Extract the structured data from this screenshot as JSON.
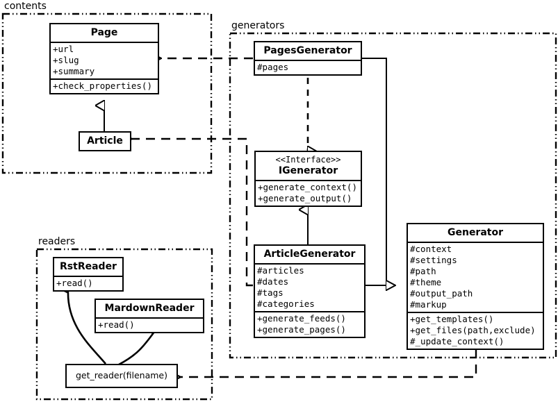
{
  "diagram": {
    "title": "UML class diagram",
    "ink_color": "#000000",
    "background_color": "#ffffff"
  },
  "packages": [
    {
      "id": "contents",
      "label": "contents"
    },
    {
      "id": "generators",
      "label": "generators"
    },
    {
      "id": "readers",
      "label": "readers"
    }
  ],
  "classes": {
    "page": {
      "name": "Page",
      "attributes": [
        "+url",
        "+slug",
        "+summary"
      ],
      "methods": [
        "+check_properties()"
      ]
    },
    "article": {
      "name": "Article",
      "attributes": [],
      "methods": []
    },
    "pages_generator": {
      "name": "PagesGenerator",
      "attributes": [
        "#pages"
      ],
      "methods": []
    },
    "igenerator": {
      "stereotype": "<<Interface>>",
      "name": "IGenerator",
      "attributes": [],
      "methods": [
        "+generate_context()",
        "+generate_output()"
      ]
    },
    "article_generator": {
      "name": "ArticleGenerator",
      "attributes": [
        "#articles",
        "#dates",
        "#tags",
        "#categories"
      ],
      "methods": [
        "+generate_feeds()",
        "+generate_pages()"
      ]
    },
    "generator": {
      "name": "Generator",
      "attributes": [
        "#context",
        "#settings",
        "#path",
        "#theme",
        "#output_path",
        "#markup"
      ],
      "methods": [
        "+get_templates()",
        "+get_files(path,exclude)",
        "#_update_context()"
      ]
    },
    "rst_reader": {
      "name": "RstReader",
      "attributes": [],
      "methods": [
        "+read()"
      ]
    },
    "mardown_reader": {
      "name": "MardownReader",
      "attributes": [],
      "methods": [
        "+read()"
      ]
    },
    "get_reader": {
      "name": "get_reader(filename)",
      "attributes": [],
      "methods": []
    }
  },
  "relationships": [
    {
      "id": "article-inherits-page",
      "type": "generalization",
      "from": "Article",
      "to": "Page",
      "line": "solid"
    },
    {
      "id": "pagesgenerator-realizes-igenerator",
      "type": "realization",
      "from": "PagesGenerator",
      "to": "IGenerator",
      "line": "dashed"
    },
    {
      "id": "articlegenerator-realizes-igenerator",
      "type": "generalization",
      "from": "ArticleGenerator",
      "to": "IGenerator",
      "line": "solid"
    },
    {
      "id": "pagesgenerator-inherits-generator",
      "type": "generalization",
      "from": "PagesGenerator",
      "to": "Generator",
      "line": "solid"
    },
    {
      "id": "articlegenerator-inherits-generator",
      "type": "generalization",
      "from": "ArticleGenerator",
      "to": "Generator",
      "line": "solid"
    },
    {
      "id": "pagesgenerator-uses-page",
      "type": "dependency",
      "from": "PagesGenerator",
      "to": "Page",
      "line": "dashed"
    },
    {
      "id": "articlegenerator-uses-article",
      "type": "dependency",
      "from": "ArticleGenerator",
      "to": "Article",
      "line": "dashed"
    },
    {
      "id": "generator-uses-get_reader",
      "type": "dependency",
      "from": "Generator",
      "to": "get_reader",
      "line": "dashed"
    },
    {
      "id": "get_reader-creates-rstreader",
      "type": "create",
      "from": "get_reader",
      "to": "RstReader",
      "line": "curved"
    },
    {
      "id": "get_reader-creates-mardownreader",
      "type": "create",
      "from": "get_reader",
      "to": "MardownReader",
      "line": "curved"
    }
  ]
}
